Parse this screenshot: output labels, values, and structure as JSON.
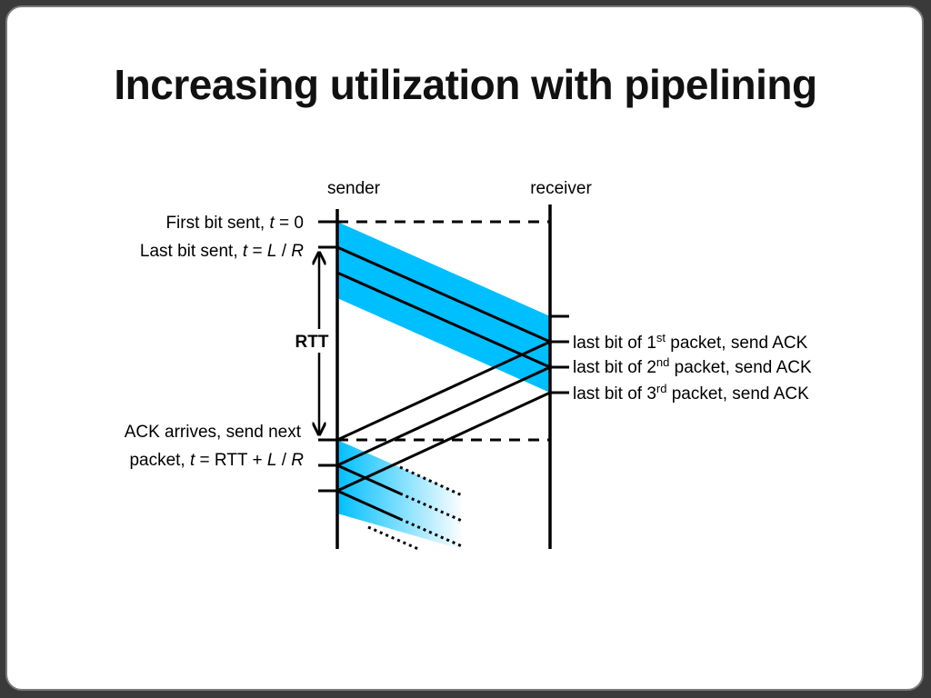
{
  "title": "Increasing utilization with pipelining",
  "columns": {
    "sender": "sender",
    "receiver": "receiver"
  },
  "left_labels": {
    "first_bit": {
      "prefix": "First bit sent, ",
      "var": "t",
      "suffix": " = 0"
    },
    "last_bit": {
      "prefix": "Last bit sent, ",
      "var1": "t",
      "mid1": " = ",
      "var2": "L",
      "mid2": " / ",
      "var3": "R"
    },
    "rtt": "RTT",
    "ack_arrives_line1": "ACK arrives, send next",
    "ack_arrives_line2": {
      "prefix": "packet, ",
      "var1": "t",
      "mid1": " = RTT + ",
      "var2": "L",
      "mid2": " / ",
      "var3": "R"
    }
  },
  "right_labels": [
    {
      "pre": "last bit of 1",
      "sup": "st",
      "post": " packet, send ACK"
    },
    {
      "pre": "last bit of 2",
      "sup": "nd",
      "post": " packet, send ACK"
    },
    {
      "pre": "last bit of 3",
      "sup": "rd",
      "post": " packet, send ACK"
    }
  ],
  "colors": {
    "packet_fill": "#00bfff",
    "line": "#000000",
    "background": "#ffffff",
    "frame": "#3a3a3a"
  }
}
